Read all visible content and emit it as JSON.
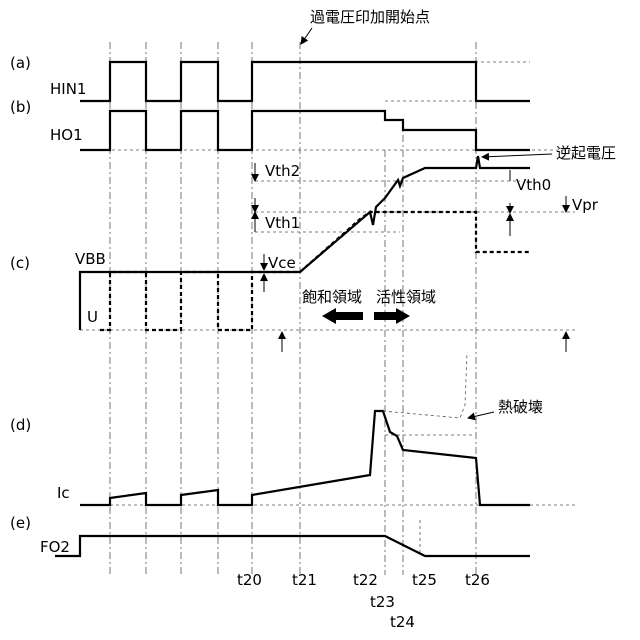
{
  "title": "過電圧印加開始点",
  "rows": {
    "a": {
      "tag": "(a)",
      "signal": "HIN1"
    },
    "b": {
      "tag": "(b)",
      "signal": "HO1"
    },
    "c": {
      "tag": "(c)",
      "signal": "VBB",
      "signal2": "U"
    },
    "d": {
      "tag": "(d)",
      "signal": "Ic"
    },
    "e": {
      "tag": "(e)",
      "signal": "FO2"
    }
  },
  "annotations": {
    "reverse_voltage": "逆起電圧",
    "vth2": "Vth2",
    "vth1": "Vth1",
    "vth0": "Vth0",
    "vpr": "Vpr",
    "vce": "Vce",
    "saturation_region": "飽和領域",
    "active_region": "活性領域",
    "thermal_breakdown": "熱破壊"
  },
  "time_labels": [
    "t20",
    "t21",
    "t22",
    "t23",
    "t24",
    "t25",
    "t26"
  ]
}
